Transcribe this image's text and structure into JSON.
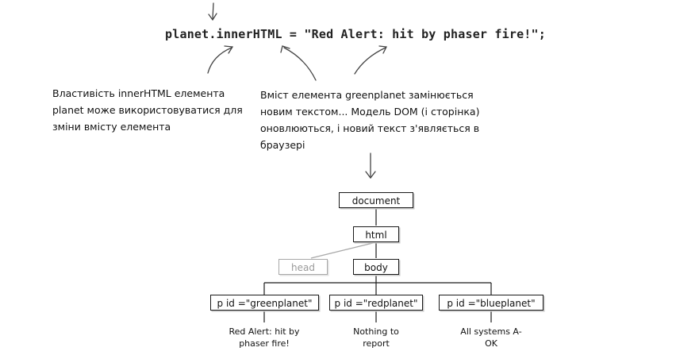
{
  "code_line": "planet.innerHTML = \"Red Alert: hit by phaser fire!\";",
  "notes": {
    "left": "Властивість innerHTML елемента planet може використовуватися для зміни вмісту елемента",
    "right": "Вміст елемента greenplanet замінюється новим текстом... Модель DOM (і сторінка) оновлюються, і новий текст з'являється в браузері"
  },
  "tree": {
    "document": "document",
    "html": "html",
    "head": "head",
    "body": "body",
    "paragraphs": [
      {
        "label": "p id =\"greenplanet\"",
        "text": "Red Alert: hit by phaser fire!"
      },
      {
        "label": "p id =\"redplanet\"",
        "text": "Nothing to report"
      },
      {
        "label": "p id =\"blueplanet\"",
        "text": "All systems A-OK"
      }
    ]
  },
  "colors": {
    "line": "#1a1a1a",
    "dim": "#a8a8a8",
    "arrow": "#444444"
  }
}
